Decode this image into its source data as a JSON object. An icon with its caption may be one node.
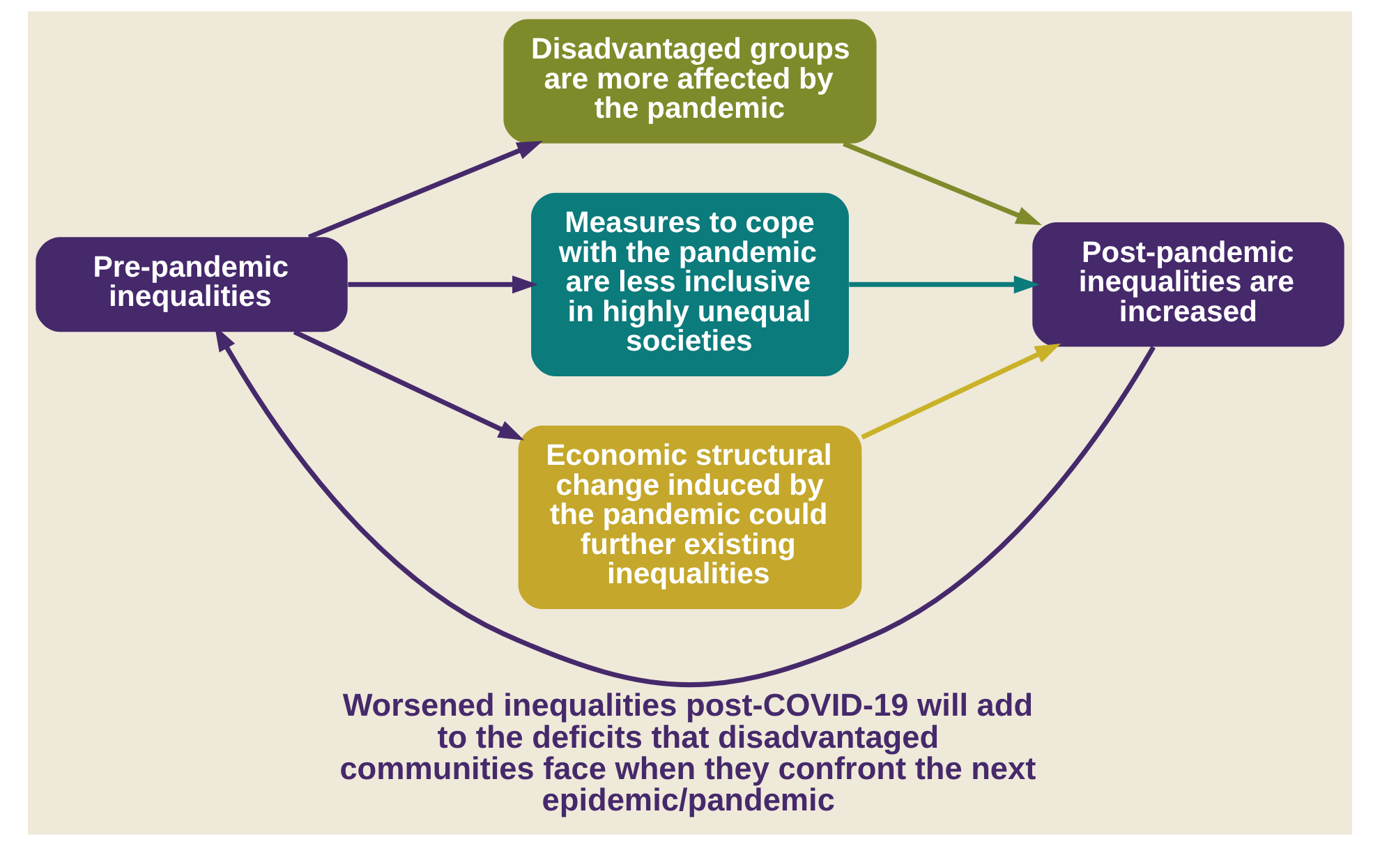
{
  "diagram": {
    "caption": "Worsened inequalities post-COVID-19 will add to the deficits that disadvantaged communities face when they confront the next epidemic/pandemic",
    "nodes": [
      {
        "text": [
          "Pre-pandemic inequalities"
        ]
      },
      {
        "text": [
          "Disadvantaged groups are more affected by the pandemic"
        ]
      },
      {
        "text": [
          "Measures to cope with the pandemic are less inclusive in highly unequal societies"
        ]
      },
      {
        "text": [
          "Economic structural change induced by the pandemic could further existing inequalities"
        ]
      },
      {
        "text": [
          "Post-pandemic inequalities are increased"
        ]
      }
    ],
    "edges": [
      {
        "from": 0,
        "to": 1,
        "arrow": "to"
      },
      {
        "from": 0,
        "to": 2,
        "arrow": "to"
      },
      {
        "from": 0,
        "to": 3,
        "arrow": "to"
      },
      {
        "from": 1,
        "to": 4,
        "arrow": "to",
        "color": "#7f8a2a"
      },
      {
        "from": 2,
        "to": 4,
        "arrow": "to",
        "color": "#0b7b7c"
      },
      {
        "from": 3,
        "to": 4,
        "arrow": "to",
        "color": "#c9b227"
      },
      {
        "from": 4,
        "to": 0,
        "arrow": "to"
      }
    ]
  }
}
